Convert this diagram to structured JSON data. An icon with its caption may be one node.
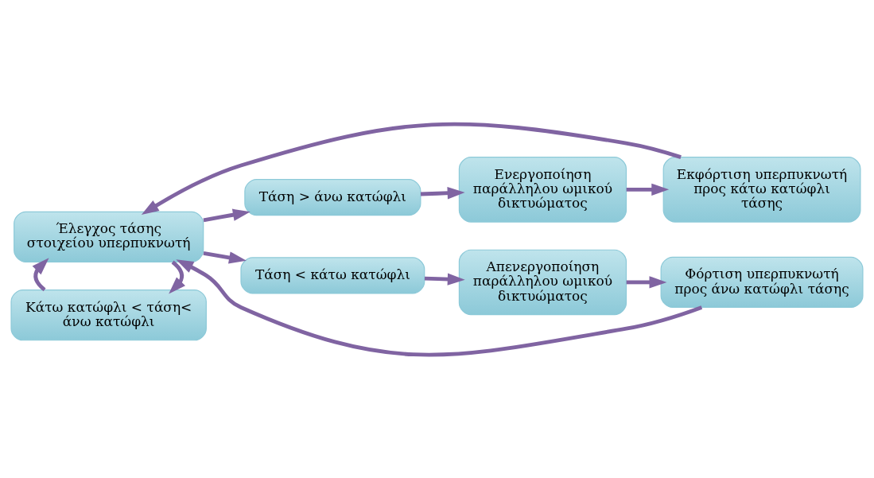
{
  "diagram": {
    "nodes": [
      {
        "text": [
          "Κάτω κατώφλι < τάση< άνω κατώφλι"
        ]
      },
      {
        "text": [
          "Τάση > άνω κατώφλι"
        ]
      },
      {
        "text": [
          "Ενεργοποίηση παράλληλου ωμικού δικτυώματος"
        ]
      },
      {
        "text": [
          "Εκφόρτιση υπερπυκνωτή προς κάτω κατώφλι τάσης"
        ]
      },
      {
        "text": [
          "Έλεγχος τάσης στοιχείου υπερπυκνωτή"
        ]
      },
      {
        "text": [
          "Τάση < κάτω κατώφλι"
        ]
      },
      {
        "text": [
          "Απενεργοποίηση παράλληλου ωμικού δικτυώματος"
        ]
      },
      {
        "text": [
          "Φόρτιση υπερπυκνωτή προς άνω κατώφλι τάσης"
        ]
      }
    ],
    "edges": [
      {
        "from": 4,
        "to": 0,
        "arrow": "to"
      },
      {
        "from": 0,
        "to": 4,
        "arrow": "to"
      },
      {
        "from": 4,
        "to": 1,
        "arrow": "to"
      },
      {
        "from": 1,
        "to": 2,
        "arrow": "to"
      },
      {
        "from": 2,
        "to": 3,
        "arrow": "to"
      },
      {
        "from": 3,
        "to": 4,
        "arrow": "to"
      },
      {
        "from": 7,
        "to": 4,
        "arrow": "to"
      },
      {
        "from": 4,
        "to": 5,
        "arrow": "to"
      },
      {
        "from": 5,
        "to": 6,
        "arrow": "to"
      },
      {
        "from": 6,
        "to": 7,
        "arrow": "to"
      }
    ]
  }
}
